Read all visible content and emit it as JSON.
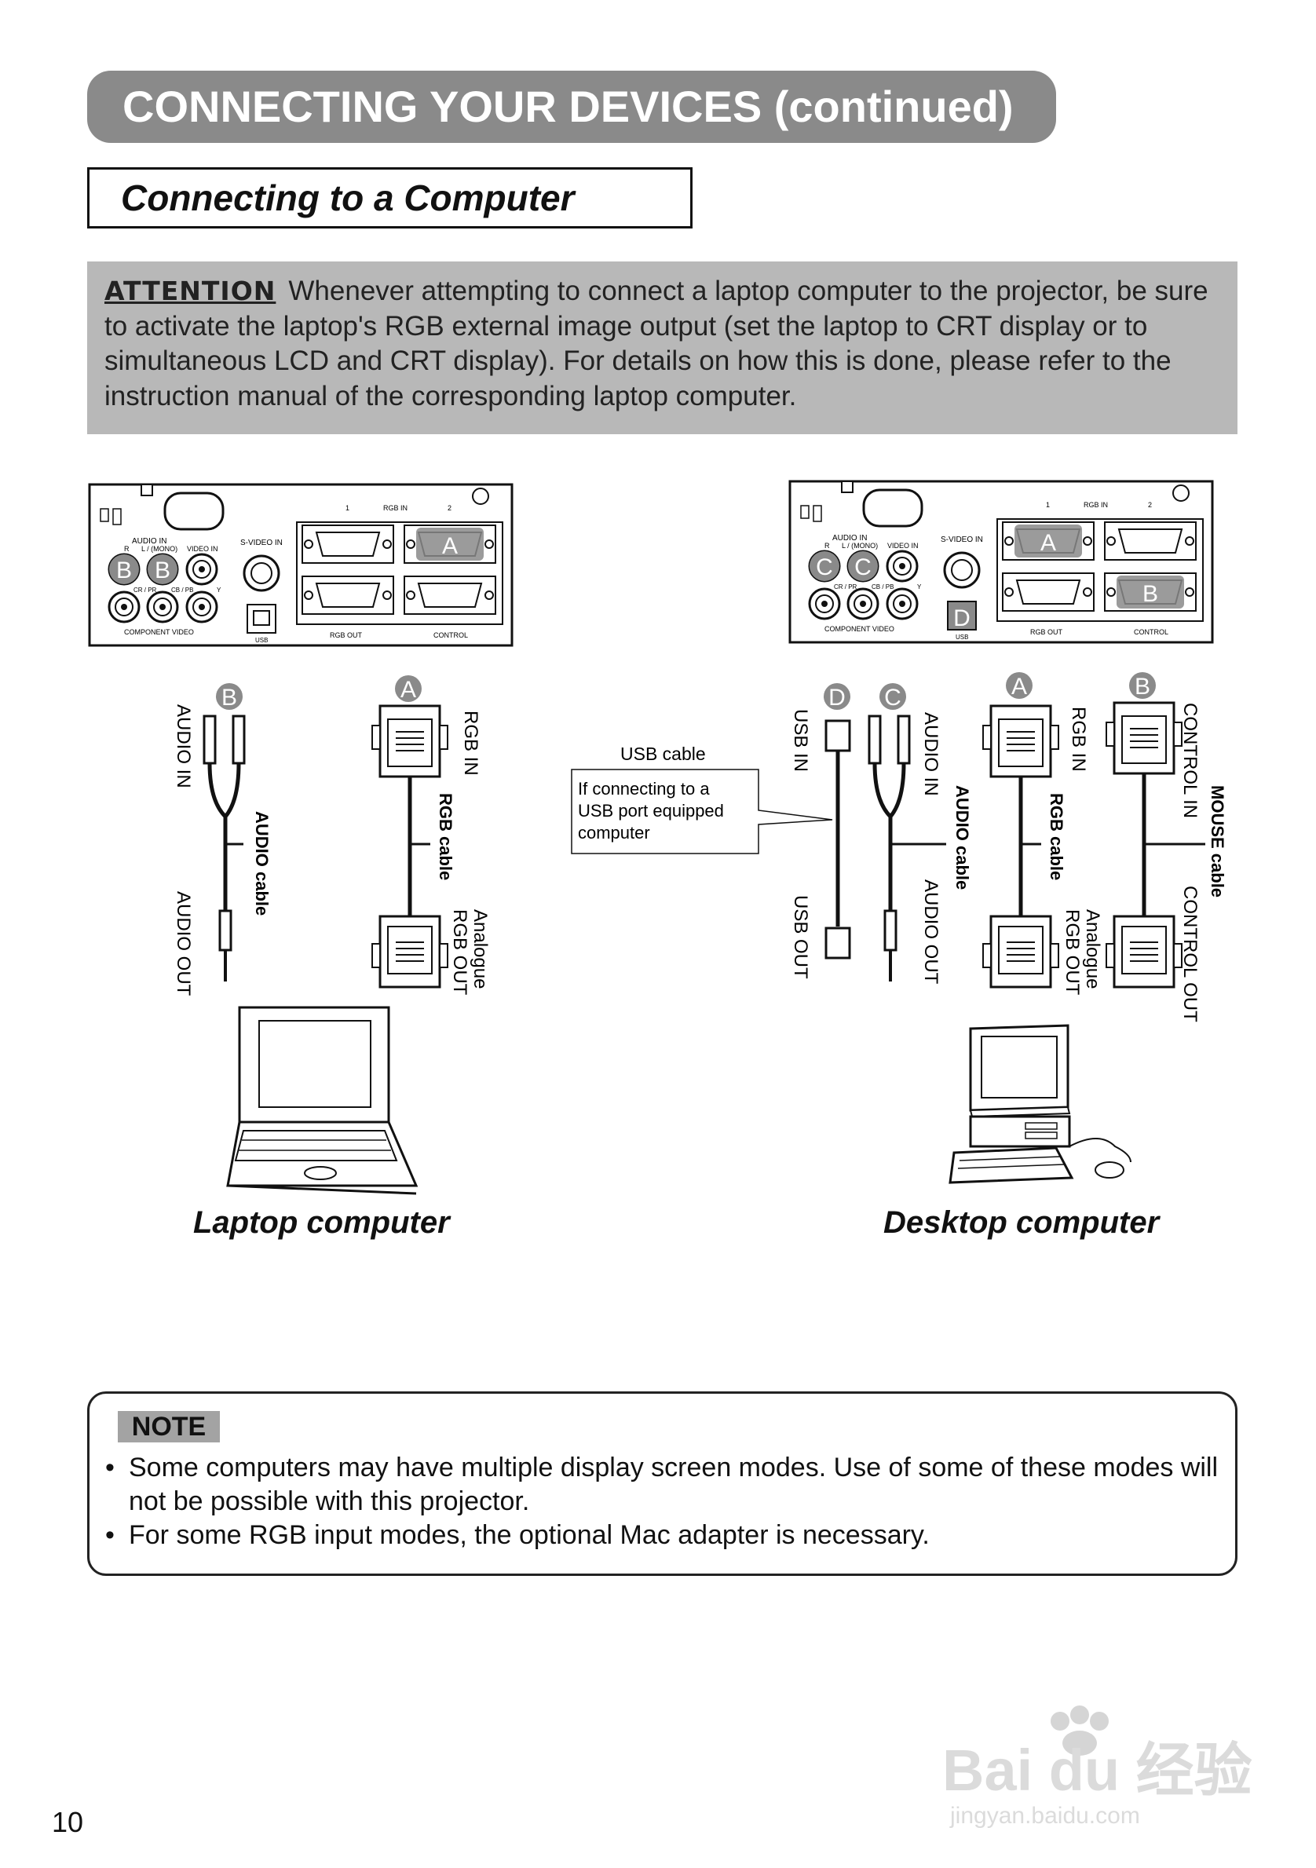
{
  "header": {
    "title": "CONNECTING YOUR DEVICES (continued)",
    "subtitle": "Connecting to a Computer"
  },
  "attention": {
    "label": "ATTENTION",
    "text": "Whenever attempting to connect a laptop computer to the projector, be sure to activate the laptop's RGB external image output (set the laptop to CRT display or to simultaneous LCD and CRT display). For details on how this is done, please refer to the instruction manual of the corresponding laptop computer."
  },
  "panel": {
    "audio_in": "AUDIO IN",
    "r": "R",
    "l_mono": "L / (MONO)",
    "video_in": "VIDEO IN",
    "svideo_in": "S-VIDEO IN",
    "rgb_in": "RGB   IN",
    "rgb_in_1": "1",
    "rgb_in_2": "2",
    "cb_pb": "CB / PB",
    "cr_pr": "CR / PR",
    "y": "Y",
    "component_video": "COMPONENT   VIDEO",
    "usb": "USB",
    "rgb_out": "RGB   OUT",
    "control": "CONTROL"
  },
  "port_markers": {
    "a": "A",
    "b": "B",
    "c": "C",
    "d": "D"
  },
  "laptop_side": {
    "audio_cable": {
      "marker": "B",
      "top_label": "AUDIO IN",
      "cable_label": "AUDIO cable",
      "bottom_label": "AUDIO OUT"
    },
    "rgb_cable": {
      "marker": "A",
      "top_label": "RGB IN",
      "cable_label": "RGB cable",
      "bottom_label_1": "Analogue",
      "bottom_label_2": "RGB OUT"
    },
    "caption": "Laptop computer"
  },
  "desktop_side": {
    "usb_note": {
      "title": "USB cable",
      "line1": "If connecting to a",
      "line2": "USB port equipped",
      "line3": "computer"
    },
    "usb_cable": {
      "marker": "D",
      "top_label": "USB IN",
      "bottom_label": "USB OUT"
    },
    "audio_cable": {
      "marker": "C",
      "top_label": "AUDIO IN",
      "cable_label": "AUDIO cable",
      "bottom_label": "AUDIO OUT"
    },
    "rgb_cable": {
      "marker": "A",
      "top_label": "RGB IN",
      "cable_label": "RGB cable",
      "bottom_label_1": "Analogue",
      "bottom_label_2": "RGB OUT"
    },
    "mouse_cable": {
      "marker": "B",
      "top_label": "CONTROL IN",
      "cable_label": "MOUSE cable",
      "bottom_label": "CONTROL OUT"
    },
    "caption": "Desktop computer"
  },
  "note": {
    "label": "NOTE",
    "items": [
      "Some computers may have multiple display screen modes. Use of some of these modes will not be possible with this projector.",
      "For some RGB input modes, the optional Mac adapter is necessary."
    ]
  },
  "page_number": "10",
  "watermark": {
    "brand": "Bai du 经验",
    "url": "jingyan.baidu.com"
  }
}
